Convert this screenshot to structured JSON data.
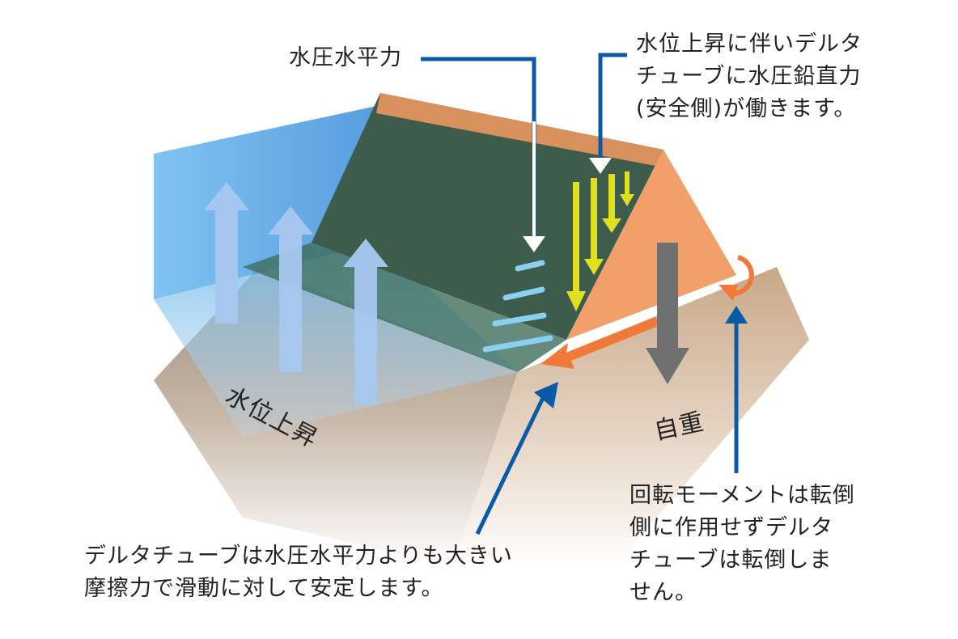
{
  "labels": {
    "horizontal_pressure": "水圧水平力",
    "vertical_pressure": [
      "水位上昇に伴いデルタ",
      "チューブに水圧鉛直力",
      "(安全側)が働きます。"
    ],
    "water_rise": "水位上昇",
    "self_weight": "自重",
    "friction_note": [
      "デルタチューブは水圧水平力よりも大きい",
      "摩擦力で滑動に対して安定します。"
    ],
    "moment_note": [
      "回転モーメントは転倒",
      "側に作用せずデルタ",
      "チューブは転倒しま",
      "せん。"
    ]
  },
  "colors": {
    "water": "#5aaee8",
    "tube_top": "#e09060",
    "tube_side": "#f0a068",
    "tube_inner": "#3a5a48",
    "ground": "#c8a888",
    "callout_line": "#0a5aa8",
    "up_arrows": "#a8c8f0",
    "down_arrows": "#e0e020",
    "horizontal_arrows": "#8ad0f0",
    "self_weight_arrow": "#707070",
    "friction_arrow": "#f07838",
    "rotation_arrow": "#f07838"
  }
}
